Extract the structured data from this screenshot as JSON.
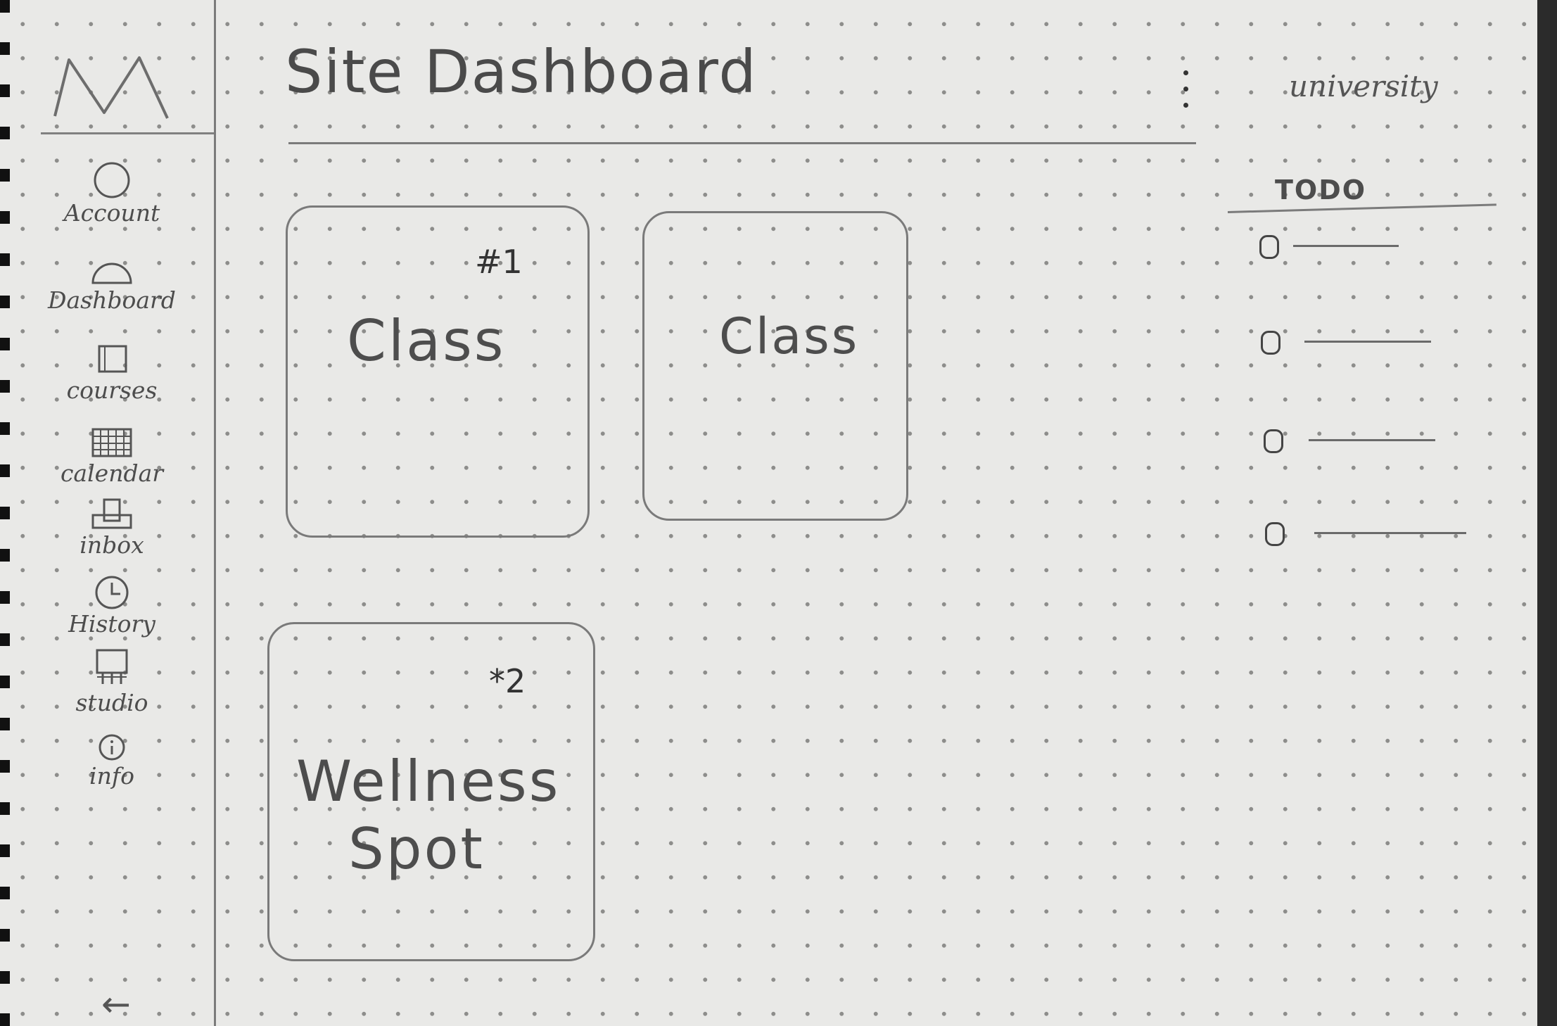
{
  "page": {
    "title": "Site Dashboard",
    "org": "university"
  },
  "sidebar": {
    "logo": "M",
    "items": [
      {
        "label": "Account",
        "icon": "account-circle-icon"
      },
      {
        "label": "Dashboard",
        "icon": "dashboard-gauge-icon"
      },
      {
        "label": "courses",
        "icon": "courses-book-icon"
      },
      {
        "label": "calendar",
        "icon": "calendar-grid-icon"
      },
      {
        "label": "inbox",
        "icon": "inbox-tray-icon"
      },
      {
        "label": "History",
        "icon": "history-clock-icon"
      },
      {
        "label": "studio",
        "icon": "studio-screen-icon"
      },
      {
        "label": "info",
        "icon": "info-circle-icon"
      }
    ],
    "collapse": "←"
  },
  "cards": [
    {
      "title": "Class",
      "badge": "#1"
    },
    {
      "title": "Class",
      "badge": ""
    },
    {
      "title_line1": "Wellness",
      "title_line2": "Spot",
      "badge": "*2"
    }
  ],
  "todo": {
    "title": "TODO",
    "items": [
      {
        "checked": false
      },
      {
        "checked": false
      },
      {
        "checked": false
      },
      {
        "checked": false
      }
    ]
  },
  "colors": {
    "paper": "#e9e9e7",
    "ink": "#4a4a4a",
    "dots": "#8d8d8b"
  }
}
